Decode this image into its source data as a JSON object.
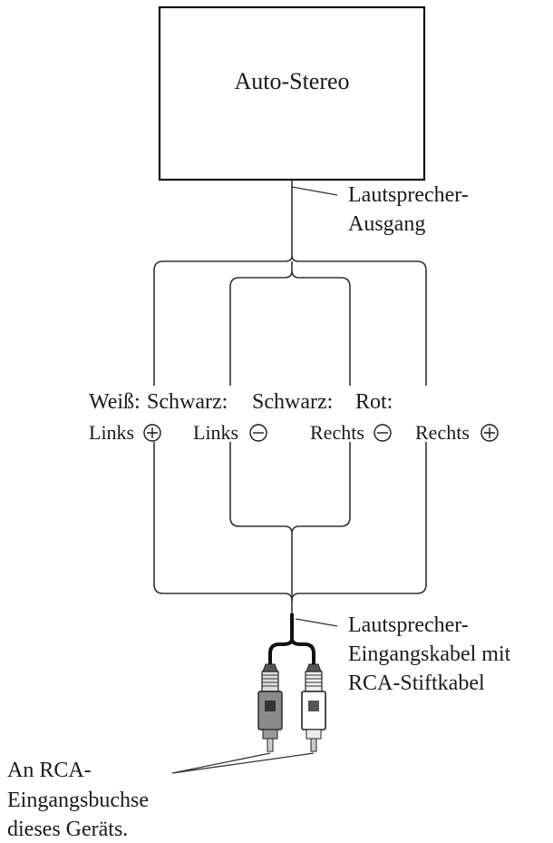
{
  "stereo": {
    "label": "Auto-Stereo"
  },
  "speaker_output": {
    "line1": "Lautsprecher-",
    "line2": "Ausgang"
  },
  "wire_colors": {
    "white": {
      "label": "Weiß:",
      "side": "Links",
      "sign": "+"
    },
    "black_l": {
      "label": "Schwarz:",
      "side": "Links",
      "sign": "−"
    },
    "black_r": {
      "label": "Schwarz:",
      "side": "Rechts",
      "sign": "−"
    },
    "red": {
      "label": "Rot:",
      "side": "Rechts",
      "sign": "+"
    }
  },
  "input_cable": {
    "line1": "Lautsprecher-",
    "line2": "Eingangskabel mit",
    "line3": "RCA-Stiftkabel"
  },
  "rca_jack": {
    "line1": "An RCA-",
    "line2": "Eingangsbuchse",
    "line3": "dieses Geräts."
  },
  "colors": {
    "plug_left": "#8a8a8a",
    "plug_right": "#ffffff",
    "ink": "#1a1a1a"
  }
}
